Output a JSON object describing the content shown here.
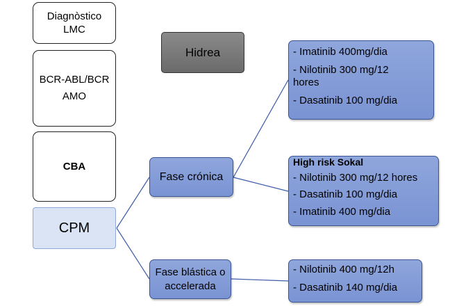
{
  "left_column": {
    "diagnosis_line1": "Diagnòstico",
    "diagnosis_line2": "LMC",
    "bcr_line1": "BCR-ABL/BCR",
    "bcr_line2": "AMO",
    "cba": "CBA",
    "cpm": "CPM"
  },
  "hidrea": "Hidrea",
  "phases": {
    "chronic": "Fase crónica",
    "blastic_line1": "Fase blástica o",
    "blastic_line2": "accelerada"
  },
  "treatments": {
    "chronic_standard": [
      "- Imatinib 400mg/dia",
      "- Nilotinib 300 mg/12",
      "hores",
      "- Dasatinib 100 mg/dia"
    ],
    "high_risk_title": "High risk Sokal",
    "high_risk": [
      "- Nilotinib 300 mg/12 hores",
      "- Dasatinib 100 mg/dia",
      "- Imatinib 400 mg/dia"
    ],
    "blastic": [
      "- Nilotinib 400 mg/12h",
      "- Dasatinib 140 mg/dia"
    ]
  },
  "colors": {
    "box_blue": "#7f97d6",
    "box_grey": "#7a7a7a",
    "cpm_fill": "#dae4f5",
    "connector": "#3d5ba8"
  }
}
